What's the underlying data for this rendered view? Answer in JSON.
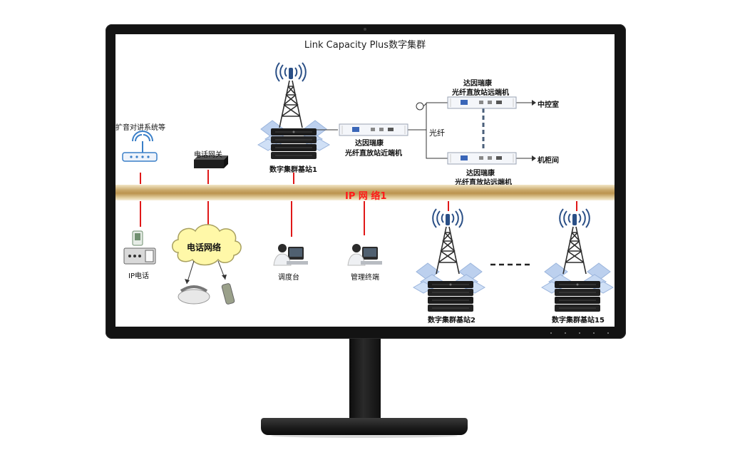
{
  "diagram": {
    "title": "Link Capacity Plus数字集群",
    "network_label": "IP 网 络1",
    "nodes": {
      "pa_system": "扩音对讲系统等",
      "phone_gateway": "电话网关",
      "base_station_1": "数字集群基站1",
      "repeater_near_brand": "达因瑞康",
      "repeater_near": "光纤直放站近端机",
      "fiber": "光纤",
      "repeater_far_top_brand": "达因瑞康",
      "repeater_far_top": "光纤直放站远端机",
      "control_room": "中控室",
      "cabinet_room": "机柜间",
      "repeater_far_bottom_brand": "达因瑞康",
      "repeater_far_bottom": "光纤直放站远端机",
      "ip_phone": "IP电话",
      "phone_network": "电话网络",
      "dispatch_console": "调度台",
      "management_terminal": "管理终端",
      "base_station_2": "数字集群基站2",
      "base_station_15": "数字集群基站15"
    }
  },
  "colors": {
    "accent_red": "#e01818",
    "network_bar": "#c9a768",
    "monitor_bezel": "#131313"
  }
}
